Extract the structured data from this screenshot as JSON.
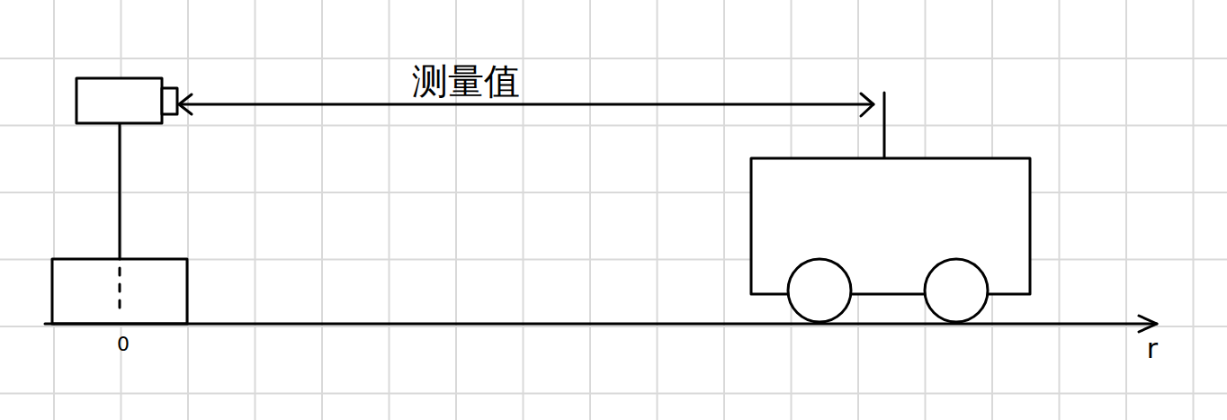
{
  "diagram": {
    "labels": [
      "测量值",
      "0",
      "r"
    ]
  }
}
